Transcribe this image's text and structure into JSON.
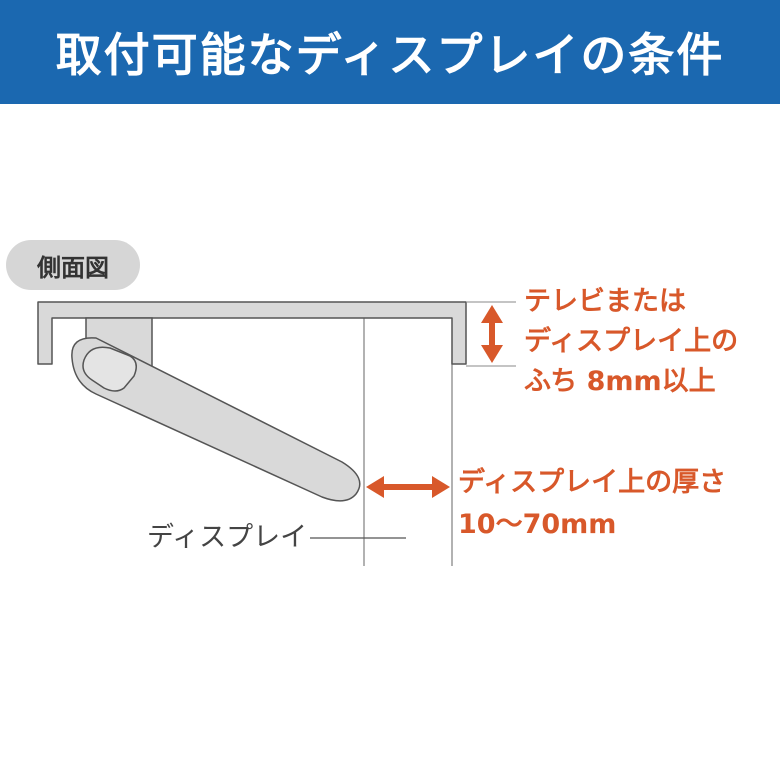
{
  "header": {
    "title": "取付可能なディスプレイの条件",
    "background_color": "#1b68b0"
  },
  "diagram": {
    "view_tag": "側面図",
    "frame_note": [
      "テレビまたは",
      "ディスプレイ上の",
      "ふち 8mm以上"
    ],
    "thickness_note": [
      "ディスプレイ上の厚さ",
      "10～70mm"
    ],
    "display_label": "ディスプレイ",
    "accent_color": "#d8582a",
    "bracket_color": "#d9d9d9",
    "outline_color": "#555555"
  }
}
